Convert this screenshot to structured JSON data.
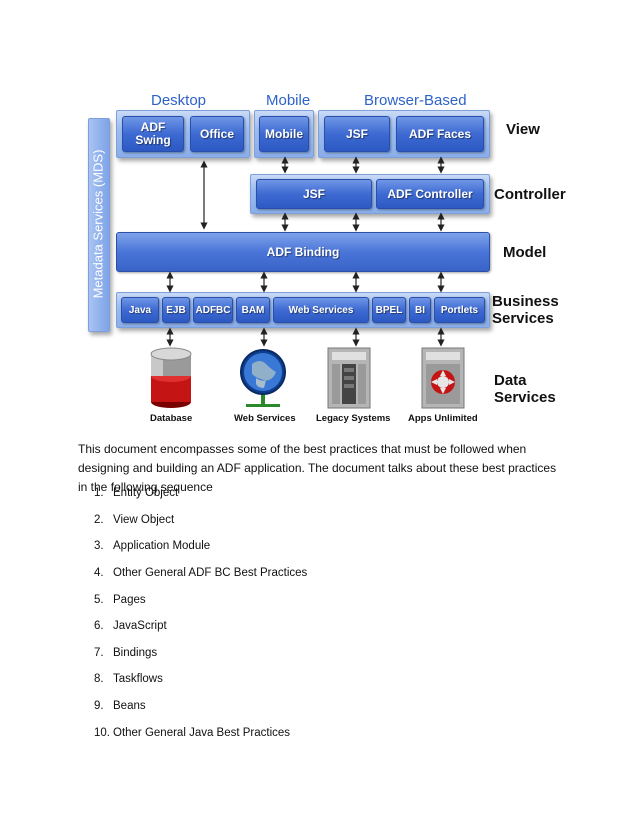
{
  "diagram": {
    "headers": {
      "desktop": "Desktop",
      "mobile": "Mobile",
      "browser": "Browser-Based"
    },
    "mds_label": "Metadata Services (MDS)",
    "tiers": {
      "view": "View",
      "controller": "Controller",
      "model": "Model",
      "business": "Business Services",
      "data": "Data Services"
    },
    "view": {
      "adf_swing": "ADF Swing",
      "office": "Office",
      "mobile": "Mobile",
      "jsf": "JSF",
      "adf_faces": "ADF Faces"
    },
    "controller": {
      "jsf": "JSF",
      "adf_controller": "ADF Controller"
    },
    "model": {
      "adf_binding": "ADF Binding"
    },
    "business": {
      "items": [
        "Java",
        "EJB",
        "ADFBC",
        "BAM",
        "Web Services",
        "BPEL",
        "BI",
        "Portlets"
      ]
    },
    "data": {
      "database": "Database",
      "web_services": "Web Services",
      "legacy": "Legacy Systems",
      "apps": "Apps Unlimited"
    }
  },
  "paragraph": "This document encompasses some of the best practices that must be followed when designing and building an ADF application. The document talks about these best practices in the following sequence",
  "list": [
    {
      "num": "1.",
      "text": "Entity Object"
    },
    {
      "num": "2.",
      "text": "View Object"
    },
    {
      "num": "3.",
      "text": "Application Module"
    },
    {
      "num": "4.",
      "text": "Other General ADF BC Best Practices"
    },
    {
      "num": "5.",
      "text": "Pages"
    },
    {
      "num": "6.",
      "text": "JavaScript"
    },
    {
      "num": "7.",
      "text": "Bindings"
    },
    {
      "num": "8.",
      "text": "Taskflows"
    },
    {
      "num": "9.",
      "text": "Beans"
    },
    {
      "num": "10.",
      "text": "Other General Java Best Practices"
    }
  ]
}
